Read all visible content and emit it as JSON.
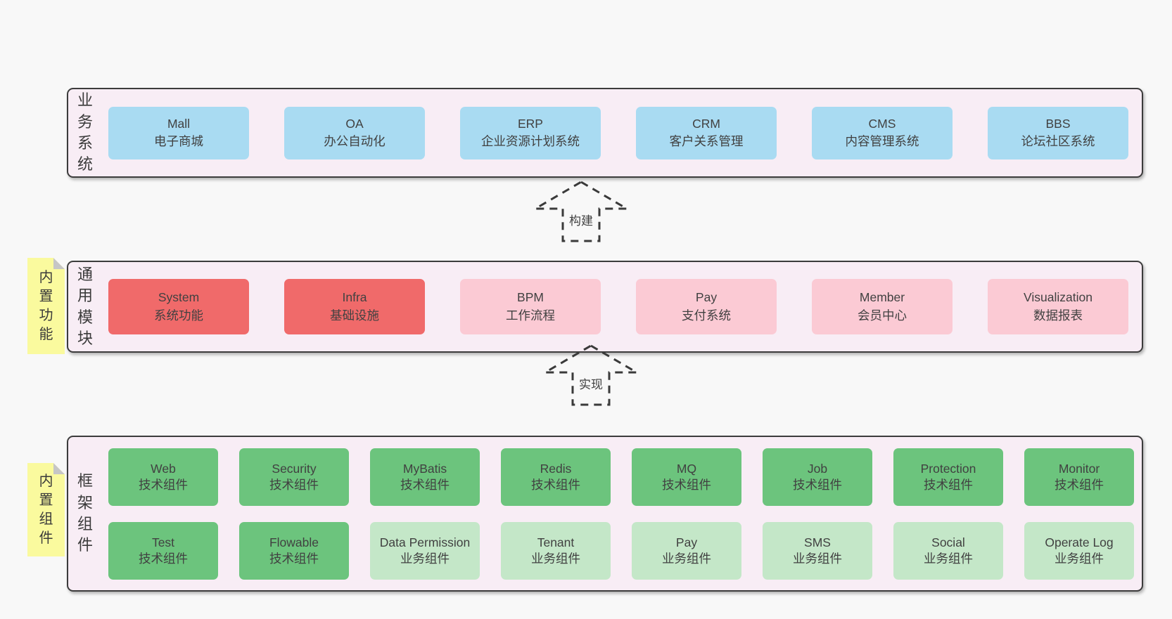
{
  "page_background": "#f8f8f8",
  "palette": {
    "blue": "#a9dbf2",
    "red": "#f06a6a",
    "pink": "#fbcad4",
    "green": "#6cc47d",
    "green_light": "#c4e7c8",
    "sticky_yellow": "#fafa9e",
    "container_bg": "#f8edf5",
    "container_border": "#3c3c3c",
    "text": "#3f3f3f"
  },
  "layers": [
    {
      "id": "business-systems",
      "label": "业务系统",
      "rows": [
        [
          {
            "name": "Mall",
            "sub": "电子商城",
            "variant": "blue"
          },
          {
            "name": "OA",
            "sub": "办公自动化",
            "variant": "blue"
          },
          {
            "name": "ERP",
            "sub": "企业资源计划系统",
            "variant": "blue"
          },
          {
            "name": "CRM",
            "sub": "客户关系管理",
            "variant": "blue"
          },
          {
            "name": "CMS",
            "sub": "内容管理系统",
            "variant": "blue"
          },
          {
            "name": "BBS",
            "sub": "论坛社区系统",
            "variant": "blue"
          }
        ]
      ]
    },
    {
      "id": "common-modules",
      "label": "通用模块",
      "sticky": "内置功能",
      "rows": [
        [
          {
            "name": "System",
            "sub": "系统功能",
            "variant": "red"
          },
          {
            "name": "Infra",
            "sub": "基础设施",
            "variant": "red"
          },
          {
            "name": "BPM",
            "sub": "工作流程",
            "variant": "pink"
          },
          {
            "name": "Pay",
            "sub": "支付系统",
            "variant": "pink"
          },
          {
            "name": "Member",
            "sub": "会员中心",
            "variant": "pink"
          },
          {
            "name": "Visualization",
            "sub": "数据报表",
            "variant": "pink"
          }
        ]
      ]
    },
    {
      "id": "framework-components",
      "label": "框架组件",
      "sticky": "内置组件",
      "rows": [
        [
          {
            "name": "Web",
            "sub": "技术组件",
            "variant": "green"
          },
          {
            "name": "Security",
            "sub": "技术组件",
            "variant": "green"
          },
          {
            "name": "MyBatis",
            "sub": "技术组件",
            "variant": "green"
          },
          {
            "name": "Redis",
            "sub": "技术组件",
            "variant": "green"
          },
          {
            "name": "MQ",
            "sub": "技术组件",
            "variant": "green"
          },
          {
            "name": "Job",
            "sub": "技术组件",
            "variant": "green"
          },
          {
            "name": "Protection",
            "sub": "技术组件",
            "variant": "green"
          },
          {
            "name": "Monitor",
            "sub": "技术组件",
            "variant": "green"
          }
        ],
        [
          {
            "name": "Test",
            "sub": "技术组件",
            "variant": "green"
          },
          {
            "name": "Flowable",
            "sub": "技术组件",
            "variant": "green"
          },
          {
            "name": "Data Permission",
            "sub": "业务组件",
            "variant": "green_light"
          },
          {
            "name": "Tenant",
            "sub": "业务组件",
            "variant": "green_light"
          },
          {
            "name": "Pay",
            "sub": "业务组件",
            "variant": "green_light"
          },
          {
            "name": "SMS",
            "sub": "业务组件",
            "variant": "green_light"
          },
          {
            "name": "Social",
            "sub": "业务组件",
            "variant": "green_light"
          },
          {
            "name": "Operate Log",
            "sub": "业务组件",
            "variant": "green_light"
          }
        ]
      ]
    }
  ],
  "arrows": [
    {
      "label": "构建"
    },
    {
      "label": "实现"
    }
  ]
}
